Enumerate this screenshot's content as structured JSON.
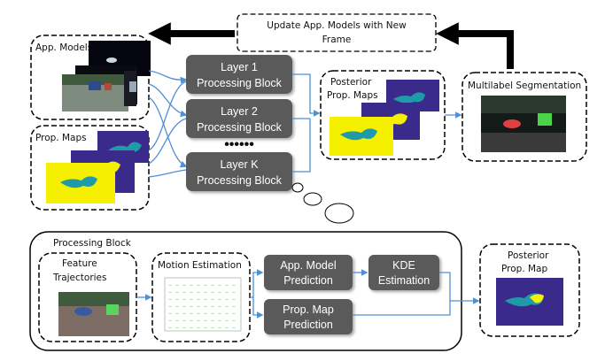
{
  "top": {
    "update_label_line1": "Update App. Models with New",
    "update_label_line2": "Frame",
    "app_models_label": "App. Models",
    "prop_maps_label": "Prop. Maps",
    "layer1_line1": "Layer 1",
    "layer1_line2": "Processing  Block",
    "layer2_line1": "Layer 2",
    "layer2_line2": "Processing  Block",
    "ellipsis": "••••••",
    "layerk_line1": "Layer K",
    "layerk_line2": "Processing  Block",
    "posterior_line1": "Posterior",
    "posterior_line2": "Prop. Maps",
    "multilabel_label": "Multilabel  Segmentation"
  },
  "bottom": {
    "panel_title": "Processing Block",
    "feature_line1": "Feature",
    "feature_line2": "Trajectories",
    "motion_label": "Motion Estimation",
    "app_model_line1": "App. Model",
    "app_model_line2": "Prediction",
    "kde_line1": "KDE",
    "kde_line2": "Estimation",
    "prop_map_line1": "Prop. Map",
    "prop_map_line2": "Prediction",
    "posterior_line1": "Posterior",
    "posterior_line2": "Prop. Map"
  },
  "colors": {
    "process_box": "#5a5a5a",
    "arrow_blue": "#4f8fd6",
    "heatmap_bg": "#3a2a8c",
    "heatmap_yellow": "#f5f000",
    "heatmap_teal": "#1f9aa8"
  }
}
